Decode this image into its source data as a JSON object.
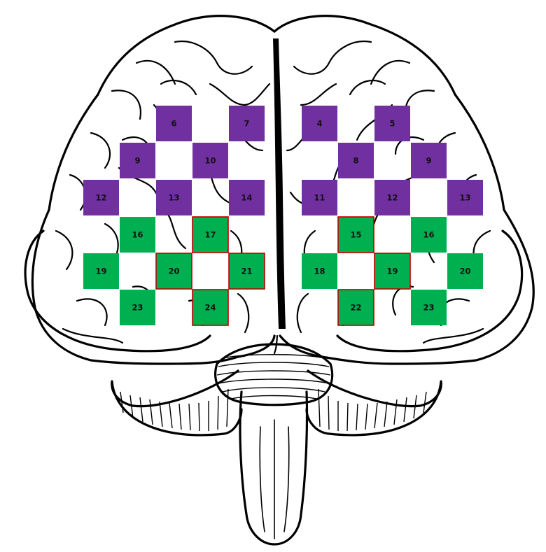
{
  "colors": {
    "purple": "#7030a0",
    "green": "#00b050",
    "border_red": "#c00000",
    "line": "#000000",
    "background": "#ffffff"
  },
  "electrodes": [
    {
      "label": "6",
      "color": "purple",
      "border": false
    },
    {
      "label": "7",
      "color": "purple",
      "border": false
    },
    {
      "label": "9",
      "color": "purple",
      "border": false
    },
    {
      "label": "10",
      "color": "purple",
      "border": false
    },
    {
      "label": "12",
      "color": "purple",
      "border": false
    },
    {
      "label": "13",
      "color": "purple",
      "border": false
    },
    {
      "label": "14",
      "color": "purple",
      "border": false
    },
    {
      "label": "16",
      "color": "green",
      "border": false
    },
    {
      "label": "17",
      "color": "green",
      "border": true
    },
    {
      "label": "19",
      "color": "green",
      "border": false
    },
    {
      "label": "20",
      "color": "green",
      "border": true
    },
    {
      "label": "21",
      "color": "green",
      "border": true
    },
    {
      "label": "23",
      "color": "green",
      "border": false
    },
    {
      "label": "24",
      "color": "green",
      "border": true
    },
    {
      "label": "4",
      "color": "purple",
      "border": false
    },
    {
      "label": "5",
      "color": "purple",
      "border": false
    },
    {
      "label": "8",
      "color": "purple",
      "border": false
    },
    {
      "label": "9",
      "color": "purple",
      "border": false
    },
    {
      "label": "11",
      "color": "purple",
      "border": false
    },
    {
      "label": "12",
      "color": "purple",
      "border": false
    },
    {
      "label": "13",
      "color": "purple",
      "border": false
    },
    {
      "label": "15",
      "color": "green",
      "border": true
    },
    {
      "label": "16",
      "color": "green",
      "border": false
    },
    {
      "label": "18",
      "color": "green",
      "border": false
    },
    {
      "label": "19",
      "color": "green",
      "border": true
    },
    {
      "label": "20",
      "color": "green",
      "border": false
    },
    {
      "label": "22",
      "color": "green",
      "border": true
    },
    {
      "label": "23",
      "color": "green",
      "border": false
    }
  ]
}
